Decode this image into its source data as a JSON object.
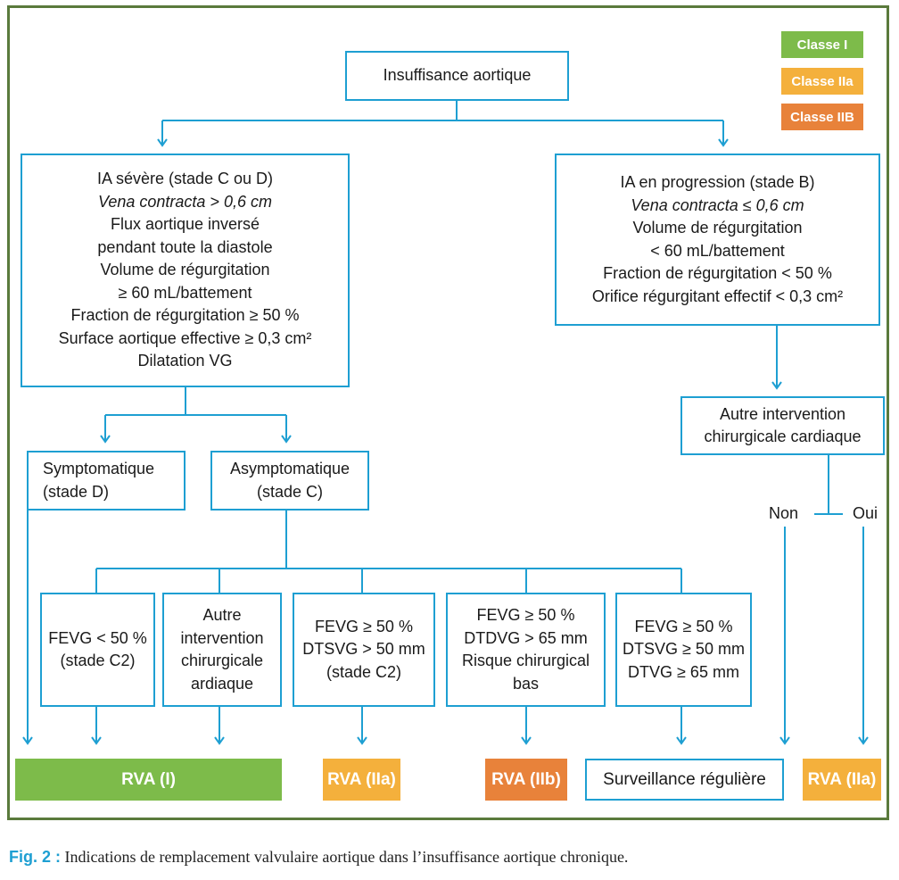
{
  "legend": {
    "classe_i": {
      "label": "Classe I",
      "color": "#7dbb4a"
    },
    "classe_iia": {
      "label": "Classe IIa",
      "color": "#f4b03c"
    },
    "classe_iib": {
      "label": "Classe IIB",
      "color": "#e8823a"
    }
  },
  "nodes": {
    "root": [
      "Insuffisance aortique"
    ],
    "severe": [
      "IA sévère (stade C ou D)",
      "Vena contracta > 0,6 cm",
      "Flux aortique inversé",
      "pendant toute la diastole",
      "Volume de régurgitation",
      "≥ 60 mL/battement",
      "Fraction de régurgitation ≥ 50 %",
      "Surface aortique effective ≥ 0,3 cm²",
      "Dilatation VG"
    ],
    "progression": [
      "IA en progression (stade B)",
      "Vena contracta ≤ 0,6 cm",
      "Volume de régurgitation",
      "< 60 mL/battement",
      "Fraction de régurgitation < 50 %",
      "Orifice régurgitant effectif < 0,3 cm²"
    ],
    "symptomatique": [
      "Symptomatique",
      "(stade D)"
    ],
    "asymptomatique": [
      "Asymptomatique",
      "(stade C)"
    ],
    "autre_right": [
      "Autre intervention",
      "chirurgicale cardiaque"
    ],
    "c1": [
      "FEVG < 50 %",
      "(stade C2)"
    ],
    "c2": [
      "Autre",
      "intervention",
      "chirurgicale",
      "ardiaque"
    ],
    "c3": [
      "FEVG ≥ 50 %",
      "DTSVG > 50 mm",
      "(stade C2)"
    ],
    "c4": [
      "FEVG ≥ 50 %",
      "DTDVG > 65 mm",
      "Risque chirurgical",
      "bas"
    ],
    "c5": [
      "FEVG ≥ 50 %",
      "DTSVG ≥ 50 mm",
      "DTVG ≥ 65 mm"
    ]
  },
  "branch_labels": {
    "non": "Non",
    "oui": "Oui"
  },
  "outcomes": {
    "rva_i": "RVA (I)",
    "rva_iia_left": "RVA (IIa)",
    "rva_iib": "RVA (IIb)",
    "surveillance": "Surveillance régulière",
    "rva_iia_right": "RVA (IIa)"
  },
  "caption": {
    "label": "Fig. 2 :",
    "text": " Indications de remplacement valvulaire aortique dans l’insuffisance aortique chronique."
  },
  "colors": {
    "line": "#1e9fd2",
    "frame": "#5a7a3c"
  }
}
